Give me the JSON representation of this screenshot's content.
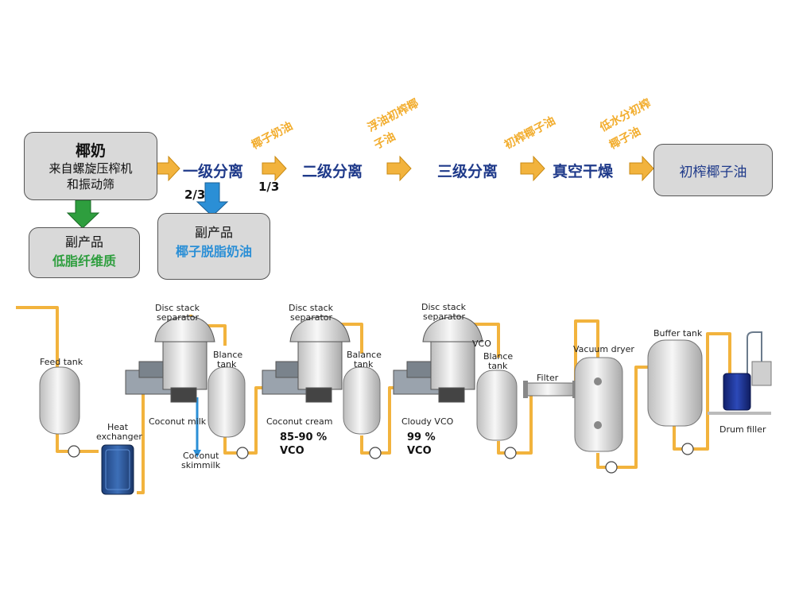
{
  "top": {
    "coconut_milk": {
      "title": "椰奶",
      "line1": "来自螺旋压榨机",
      "line2": "和振动筛"
    },
    "byproduct1": {
      "title": "副产品",
      "value": "低脂纤维质"
    },
    "byproduct2": {
      "title": "副产品",
      "value": "椰子脱脂奶油"
    },
    "steps": [
      "一级分离",
      "二级分离",
      "三级分离",
      "真空干燥"
    ],
    "final": "初榨椰子油",
    "ratio_down": "2/3",
    "ratio_right": "1/3",
    "orange_labels": [
      "椰子奶油",
      "浮油初榨椰",
      "子油",
      "初榨椰子油",
      "低水分初榨",
      "椰子油"
    ]
  },
  "bottom": {
    "feed_tank": "Feed tank",
    "heat_exchanger": [
      "Heat",
      "exchanger"
    ],
    "separator1": [
      "Disc stack",
      "separator"
    ],
    "separator2": [
      "Disc stack",
      "separator"
    ],
    "separator3": [
      "Disc stack",
      "separator"
    ],
    "blance1": [
      "Blance",
      "tank"
    ],
    "balance2": [
      "Balance",
      "tank"
    ],
    "blance3": [
      "Blance",
      "tank"
    ],
    "coconut_milk": "Coconut milk",
    "skimmilk": [
      "Coconut",
      "skimmilk"
    ],
    "coconut_cream": "Coconut cream",
    "cream_pct": "85-90 %",
    "cream_vco": "VCO",
    "cloudy_vco": "Cloudy VCO",
    "vco_pct": "99 %",
    "vco2": "VCO",
    "vco_top": "VCO",
    "filter": "Filter",
    "vacuum_dryer": "Vacuum dryer",
    "buffer_tank": "Buffer tank",
    "drum_filler": "Drum filler"
  },
  "colors": {
    "pipe": "#f2b33d",
    "blue_arrow": "#2b8fd6",
    "green_arrow": "#2e9e3e",
    "step_text": "#1f3a8a"
  }
}
